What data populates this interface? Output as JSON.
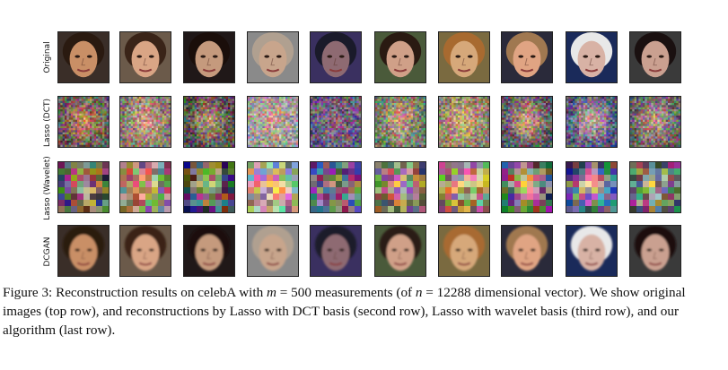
{
  "figure": {
    "row_labels": [
      "Original",
      "Lasso (DCT)",
      "Lasso (Wavelet)",
      "DCGAN"
    ],
    "columns": 10
  },
  "caption": {
    "label": "Figure 3:",
    "text_1": "Reconstruction results on celebA with",
    "m_var": "m",
    "eq_1": " = 500 measurements (of ",
    "n_var": "n",
    "eq_2": " = 12288 dimensional vector). We show original images (top row), and reconstructions by Lasso with DCT basis (second row), Lasso with wavelet basis (third row), and our algorithm (last row)."
  },
  "colors": {
    "skin": [
      "#c98f66",
      "#d9a585",
      "#c59a7d",
      "#c8a58c",
      "#8e6a72",
      "#d0a088",
      "#d6a87a",
      "#e0a483",
      "#d8b2a5",
      "#caa090"
    ],
    "background": [
      "#3a2e28",
      "#6b5a4a",
      "#201818",
      "#8a8a8a",
      "#3a3060",
      "#4a5a3a",
      "#7a6a40",
      "#2a2a3a",
      "#1a2a5a",
      "#3a3a3a"
    ],
    "hair": [
      "#2a1a10",
      "#3a2418",
      "#1a0e0a",
      "#b0a090",
      "#1a1a2a",
      "#2a1a12",
      "#a86a30",
      "#a07850",
      "#e8e8e8",
      "#1a1010"
    ]
  }
}
